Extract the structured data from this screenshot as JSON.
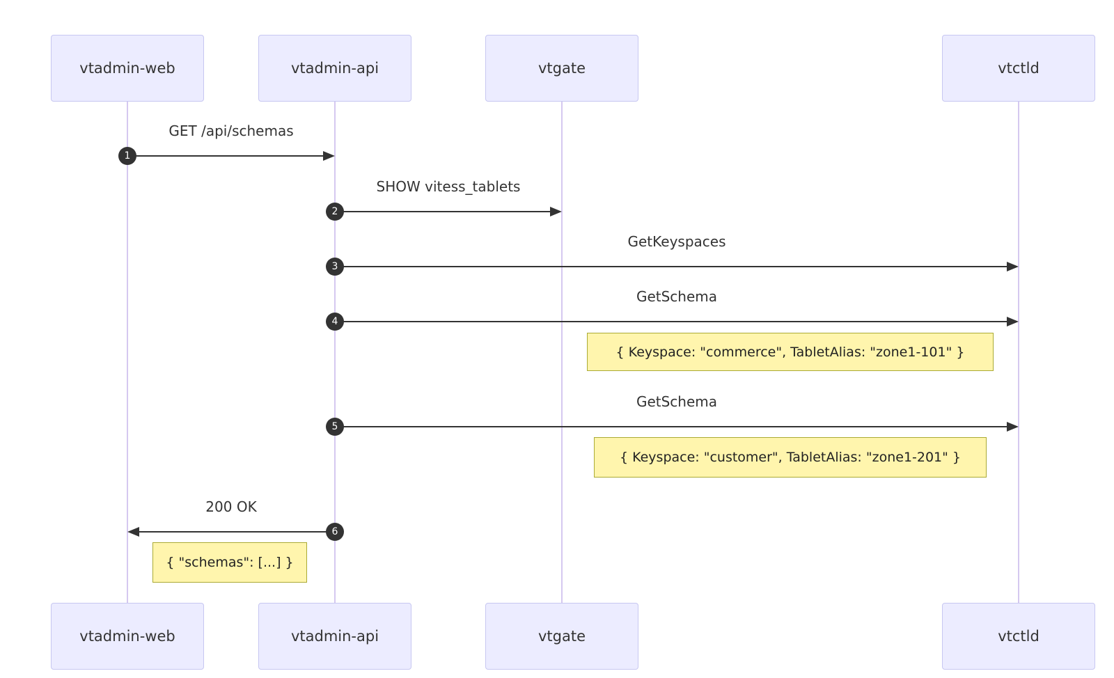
{
  "diagram": {
    "kind": "sequence-diagram",
    "background": "#ffffff"
  },
  "colors": {
    "background": "#ffffff",
    "actor_fill": "#ECECFF",
    "actor_border": "#C7C7F1",
    "lifeline": "#D5C8F0",
    "arrow": "#333333",
    "text": "#333333",
    "note_fill": "#FFF5AD",
    "note_border": "#AAAA33",
    "sequence_number_fill": "#333333",
    "sequence_number_text": "#ffffff"
  },
  "actors": [
    {
      "name": "vtadmin-web"
    },
    {
      "name": "vtadmin-api"
    },
    {
      "name": "vtgate"
    },
    {
      "name": "vtctld"
    }
  ],
  "messages": [
    {
      "seq": "1",
      "label": "GET /api/schemas",
      "from": "vtadmin-web",
      "to": "vtadmin-api",
      "direction": "right"
    },
    {
      "seq": "2",
      "label": "SHOW vitess_tablets",
      "from": "vtadmin-api",
      "to": "vtgate",
      "direction": "right"
    },
    {
      "seq": "3",
      "label": "GetKeyspaces",
      "from": "vtadmin-api",
      "to": "vtctld",
      "direction": "right"
    },
    {
      "seq": "4",
      "label": "GetSchema",
      "from": "vtadmin-api",
      "to": "vtctld",
      "direction": "right"
    },
    {
      "seq": "5",
      "label": "GetSchema",
      "from": "vtadmin-api",
      "to": "vtctld",
      "direction": "right"
    },
    {
      "seq": "6",
      "label": "200 OK",
      "from": "vtadmin-api",
      "to": "vtadmin-web",
      "direction": "left"
    }
  ],
  "notes": [
    {
      "text": "{ Keyspace: \"commerce\", TabletAlias: \"zone1-101\" }"
    },
    {
      "text": "{ Keyspace: \"customer\", TabletAlias: \"zone1-201\" }"
    },
    {
      "text": "{ \"schemas\": [...] }"
    }
  ]
}
